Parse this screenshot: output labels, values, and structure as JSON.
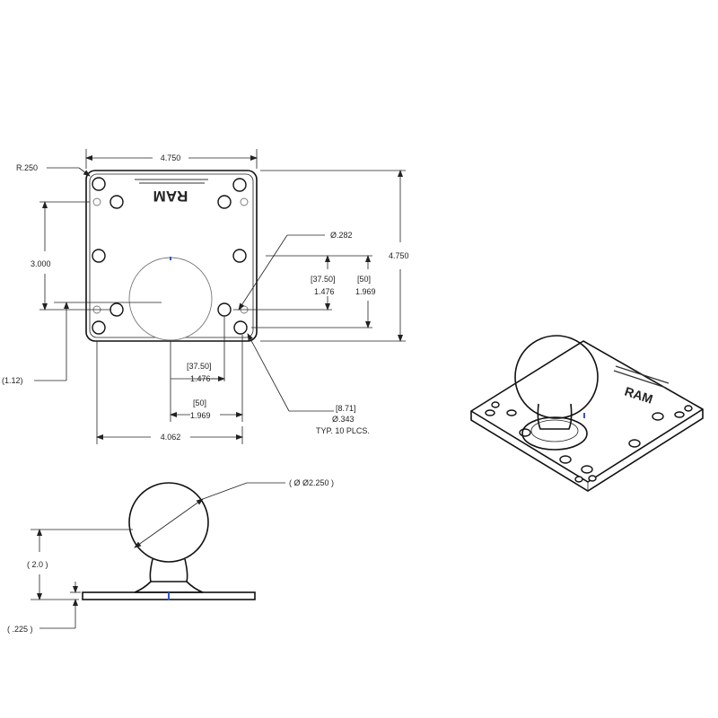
{
  "colors": {
    "line": "#111111",
    "center_mark": "#3355cc",
    "background": "#ffffff"
  },
  "top_view": {
    "overall_width": "4.750",
    "overall_height": "4.750",
    "corner_radius": "R.250",
    "vertical_pitch": "3.000",
    "offset_left": "(1.12)",
    "bottom_span": "4.062",
    "small_hole_dia": "Ø.282",
    "inner_dim_mm_v": "[37.50]",
    "inner_dim_in_v": "1.476",
    "outer_dim_mm_v": "[50]",
    "outer_dim_in_v": "1.969",
    "inner_dim_mm_h": "[37.50]",
    "inner_dim_in_h": "1.476",
    "outer_dim_mm_h": "[50]",
    "outer_dim_in_h": "1.969",
    "large_hole_mm": "[8.71]",
    "large_hole_dia": "Ø.343",
    "large_hole_note": "TYP. 10 PLCS.",
    "logo_text": "RAM"
  },
  "side_view": {
    "ball_dia": "( Ø Ø2.250 )",
    "height": "( 2.0 )",
    "plate_thickness": "( .225 )"
  },
  "iso_view": {
    "logo_text": "RAM"
  }
}
